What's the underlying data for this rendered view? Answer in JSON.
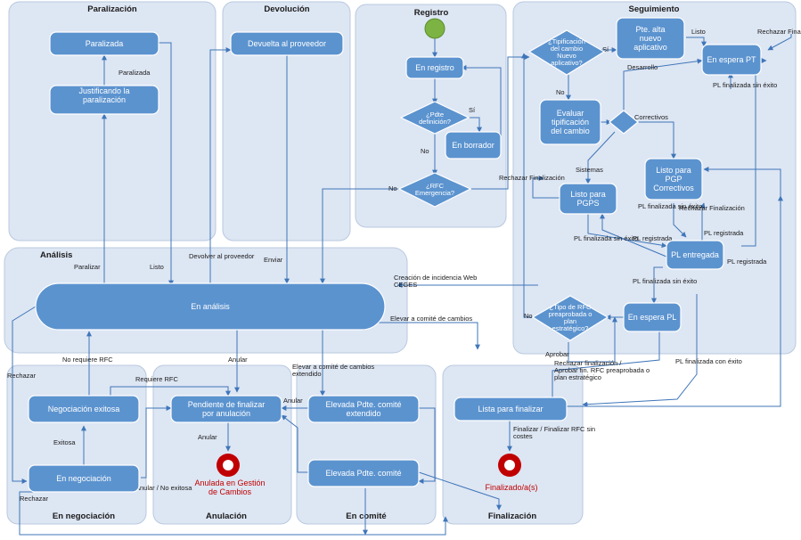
{
  "lanes": {
    "paralizacion": "Paralización",
    "devolucion": "Devolución",
    "registro": "Registro",
    "seguimiento": "Seguimiento",
    "analisis": "Análisis",
    "negociacion": "En negociación",
    "anulacion": "Anulación",
    "comite": "En comité",
    "finalizacion": "Finalización"
  },
  "nodes": {
    "paralizada": "Paralizada",
    "justificando": "Justificando la paralización",
    "devuelta": "Devuelta al proveedor",
    "en_registro": "En registro",
    "en_borrador": "En borrador",
    "pte_alta": "Pte. alta nuevo aplicativo",
    "espera_pt": "En espera PT",
    "evaluar": "Evaluar tipificación del cambio",
    "pgp_correctivos": "Listo para PGP Correctivos",
    "listo_pgps": "Listo para PGPS",
    "pl_entregada": "PL entregada",
    "espera_pl": "En espera PL",
    "en_analisis": "En análisis",
    "neg_exitosa": "Negociación exitosa",
    "en_negociacion": "En negociación",
    "pte_anulacion": "Pendiente de finalizar por anulación",
    "elev_extendido": "Elevada Pdte. comité extendido",
    "elev_comite": "Elevada Pdte. comité",
    "lista_finalizar": "Lista para finalizar"
  },
  "decisions": {
    "pdte_definicion": "¿Pdte definición?",
    "rfc_emergencia": "¿RFC Emergencia?",
    "tipificacion": "¿Tipificación del cambio Nuevo aplicativo?",
    "tipo_rfc": "¿Tipo de RFC preaprobada o plan estratégico?"
  },
  "terminals": {
    "anulada": "Anulada en Gestión de Cambios",
    "finalizado": "Finalizado/a(s)"
  },
  "edge_labels": {
    "paralizada": "Paralizada",
    "paralizar": "Paralizar",
    "listo_par": "Listo",
    "devolver": "Devolver al proveedor",
    "enviar": "Enviar",
    "si1": "Sí",
    "no1": "No",
    "no2": "No",
    "si_tip": "Sí",
    "no_tip": "No",
    "listo_pt": "Listo",
    "rechazar_fin_top": "Rechazar Finalización",
    "desarrollo": "Desarrollo",
    "pl_fin_sin_exito_1": "PL finalizada sin éxito",
    "correctivos": "Correctivos",
    "sistemas": "Sistemas",
    "rechazar_fin_pgps": "Rechazar Finalización",
    "rechazar_fin_pl": "Rechazar Finalización",
    "pl_fin_sin_exito_2": "PL finalizada sin éxito",
    "pl_registrada_1": "PL registrada",
    "pl_fin_sin_exito_3": "PL finalizada sin éxito",
    "pl_registrada_2": "PL registrada",
    "pl_registrada_3": "PL registrada",
    "pl_fin_sin_exito_4": "PL finalizada sin éxito",
    "creacion_incidencia": "Creación de incidencia Web CEGES",
    "no_tipo": "No",
    "aprobar": "Aprobar",
    "rechazar_aprobar": "Rechazar finalización / Aprobar fin. RFC preaprobada o plan estratégico",
    "pl_fin_con_exito": "PL finalizada con éxito",
    "elevar_comite": "Elevar a comité de cambios",
    "elevar_extendido": "Elevar a comité de cambios extendido",
    "anular_1": "Anular",
    "anular_2": "Anular",
    "anular_3": "Anular",
    "anular_no_exitosa": "Anular / No exitosa",
    "no_requiere": "No requiere RFC",
    "requiere": "Requiere RFC",
    "rechazar_1": "Rechazar",
    "rechazar_2": "Rechazar",
    "exitosa": "Exitosa",
    "finalizar": "Finalizar / Finalizar RFC sin costes"
  },
  "colors": {
    "lane_fill": "#dde6f3",
    "node_fill": "#5b93cf",
    "start": "#7cb342",
    "terminal_red": "#c00000"
  }
}
